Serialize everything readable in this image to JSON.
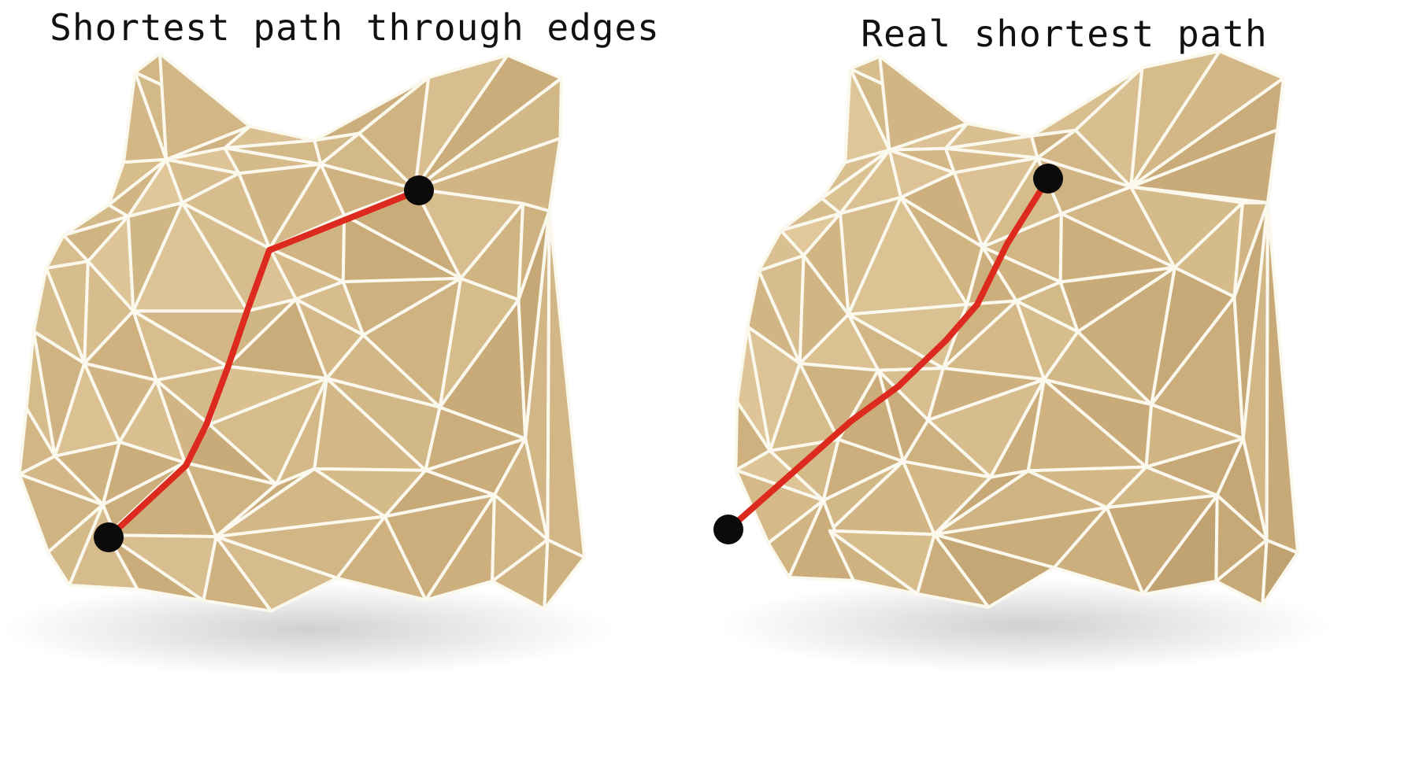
{
  "panels": [
    {
      "id": "left",
      "title": "Shortest path through edges"
    },
    {
      "id": "right",
      "title": "Real shortest path"
    }
  ],
  "colors": {
    "face_light": "#e7d0a4",
    "face_mid": "#cdb07e",
    "face_dark": "#b39361",
    "edge": "#fbf8ee",
    "path": "#dd2a1e",
    "endpoint": "#0b0b0b",
    "shadow": "#c8c8c8"
  }
}
